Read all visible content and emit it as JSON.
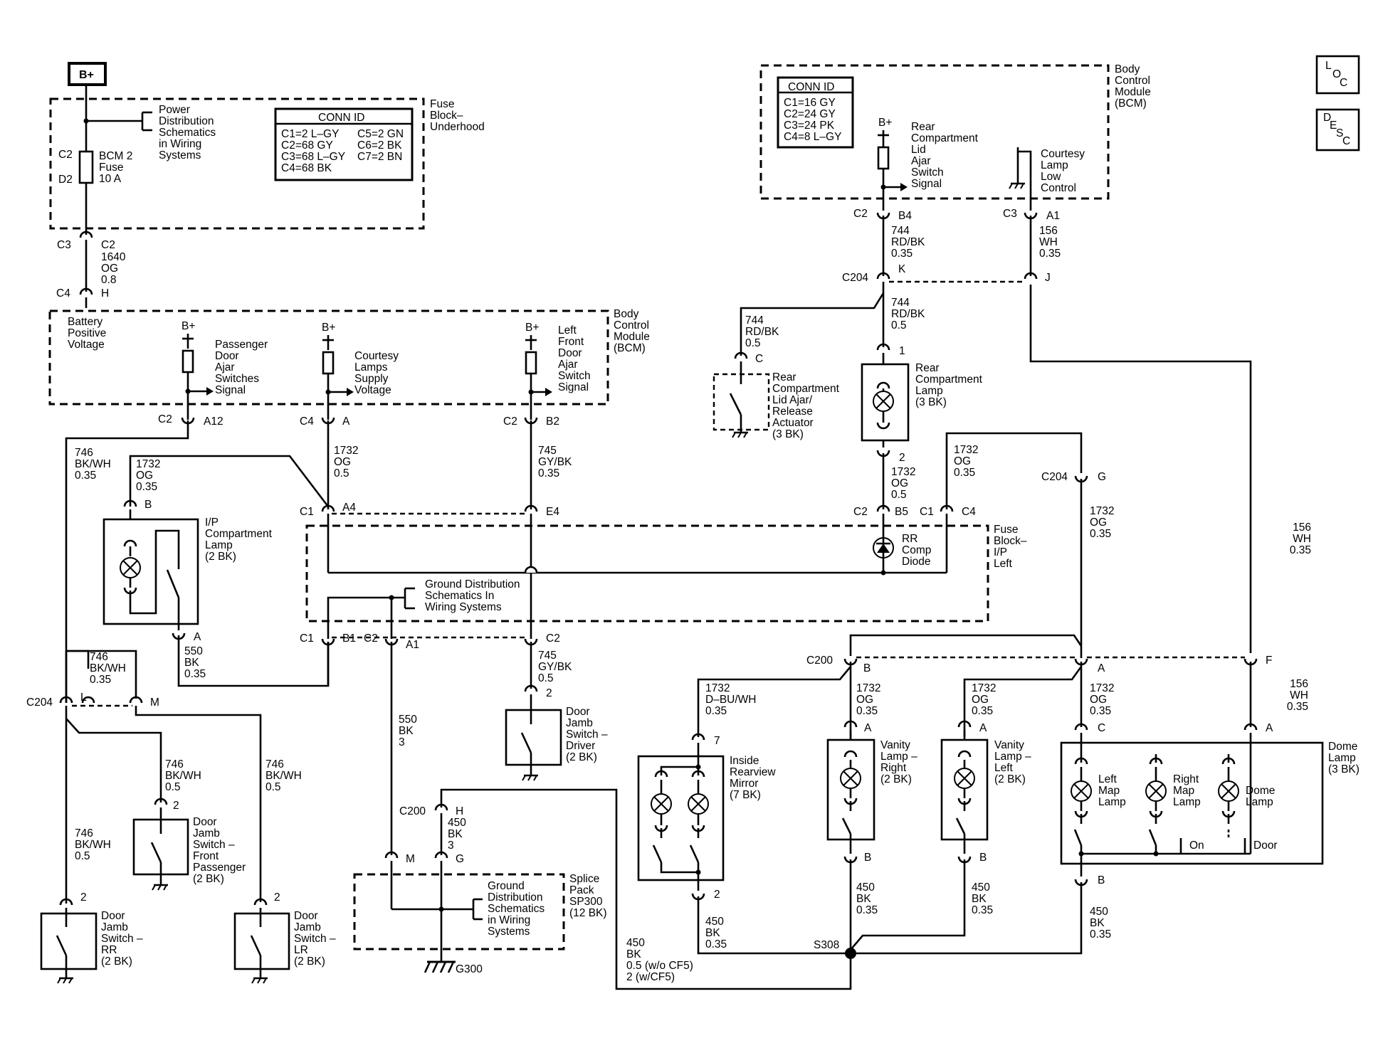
{
  "header": {
    "bplus_label": "B+",
    "loc_letters": [
      "L",
      "O",
      "C"
    ],
    "desc_letters": [
      "D",
      "E",
      "S",
      "C"
    ]
  },
  "fuse_block_underhood": {
    "title": [
      "Fuse",
      "Block–",
      "Underhood"
    ],
    "power_note": [
      "Power",
      "Distribution",
      "Schematics",
      "in Wiring",
      "Systems"
    ],
    "conn_id_title": "CONN ID",
    "conn_rows": [
      [
        "C1=2 L–GY",
        "C5=2 GN"
      ],
      [
        "C2=68 GY",
        "C6=2 BK"
      ],
      [
        "C3=68 L–GY",
        "C7=2 BN"
      ],
      [
        "C4=68 BK",
        ""
      ]
    ],
    "fuse": {
      "pin_top": "C2",
      "pin_bottom": "D2",
      "label": [
        "BCM 2",
        "Fuse",
        "10 A"
      ]
    },
    "out_conn": {
      "left": "C3",
      "right": "C2"
    },
    "wire": [
      "1640",
      "OG",
      "0.8"
    ]
  },
  "bcm_left": {
    "title": [
      "Body",
      "Control",
      "Module",
      "(BCM)"
    ],
    "in_conn": {
      "left": "C4",
      "right": "H"
    },
    "battery_label": [
      "Battery",
      "Positive",
      "Voltage"
    ],
    "signals": [
      {
        "bplus": "B+",
        "label": [
          "Passenger",
          "Door",
          "Ajar",
          "Switches",
          "Signal"
        ],
        "conn_left": "C2",
        "conn_right": "A12"
      },
      {
        "bplus": "B+",
        "label": [
          "Courtesy",
          "Lamps",
          "Supply",
          "Voltage"
        ],
        "conn_left": "C4",
        "conn_right": "A"
      },
      {
        "bplus": "B+",
        "label": [
          "Left",
          "Front",
          "Door",
          "Ajar",
          "Switch",
          "Signal"
        ],
        "conn_left": "C2",
        "conn_right": "B2"
      }
    ]
  },
  "bcm_right": {
    "title": [
      "Body",
      "Control",
      "Module",
      "(BCM)"
    ],
    "conn_id_title": "CONN ID",
    "conn_rows": [
      "C1=16 GY",
      "C2=24 GY",
      "C3=24 PK",
      "C4=8 L–GY"
    ],
    "rear_signal": {
      "bplus": "B+",
      "label": [
        "Rear",
        "Compartment",
        "Lid",
        "Ajar",
        "Switch",
        "Signal"
      ]
    },
    "courtesy_low": [
      "Courtesy",
      "Lamp",
      "Low",
      "Control"
    ],
    "conn_b4": {
      "left": "C2",
      "right": "B4"
    },
    "conn_a1": {
      "left": "C3",
      "right": "A1"
    }
  },
  "wires": {
    "w744_top": [
      "744",
      "RD/BK",
      "0.35"
    ],
    "w156_top": [
      "156",
      "WH",
      "0.35"
    ],
    "c204_k": {
      "left": "C204",
      "right": "K"
    },
    "c204_j": "J",
    "w744_mid": [
      "744",
      "RD/BK",
      "0.5"
    ],
    "w744_left": [
      "744",
      "RD/BK",
      "0.5"
    ],
    "w746_a": [
      "746",
      "BK/WH",
      "0.35"
    ],
    "w1732_ip": [
      "1732",
      "OG",
      "0.35"
    ],
    "w1732_a": [
      "1732",
      "OG",
      "0.5"
    ],
    "w745_a": [
      "745",
      "GY/BK",
      "0.35"
    ],
    "w1732_rr": [
      "1732",
      "OG",
      "0.5"
    ],
    "w1732_c4": [
      "1732",
      "OG",
      "0.35"
    ],
    "w1732_g": [
      "1732",
      "OG",
      "0.35"
    ],
    "w156_mid": [
      "156",
      "WH",
      "0.35"
    ],
    "w550_ip": [
      "550",
      "BK",
      "0.35"
    ],
    "w746_c204": [
      "746",
      "BK/WH",
      "0.35"
    ],
    "w745_b": [
      "745",
      "GY/BK",
      "0.5"
    ],
    "w550_g": [
      "550",
      "BK",
      "3"
    ],
    "w746_fp": [
      "746",
      "BK/WH",
      "0.5"
    ],
    "w746_lr": [
      "746",
      "BK/WH",
      "0.5"
    ],
    "w746_rr": [
      "746",
      "BK/WH",
      "0.5"
    ],
    "w450_h": [
      "450",
      "BK",
      "3"
    ],
    "w1732_mirror": [
      "1732",
      "D–BU/WH",
      "0.35"
    ],
    "w1732_vr": [
      "1732",
      "OG",
      "0.35"
    ],
    "w1732_vl": [
      "1732",
      "OG",
      "0.35"
    ],
    "w1732_dome": [
      "1732",
      "OG",
      "0.35"
    ],
    "w156_dome": [
      "156",
      "WH",
      "0.35"
    ],
    "w450_mirror": [
      "450",
      "BK",
      "0.35"
    ],
    "w450_vr": [
      "450",
      "BK",
      "0.35"
    ],
    "w450_vl": [
      "450",
      "BK",
      "0.35"
    ],
    "w450_dome": [
      "450",
      "BK",
      "0.35"
    ],
    "w450_splice": [
      "450",
      "BK",
      "0.5 (w/o CF5)",
      "2 (w/CF5)"
    ]
  },
  "rear_actuator": {
    "pin": "C",
    "label": [
      "Rear",
      "Compartment",
      "Lid Ajar/",
      "Release",
      "Actuator",
      "(3 BK)"
    ]
  },
  "rear_lamp": {
    "pin_top": "1",
    "pin_bottom": "2",
    "label": [
      "Rear",
      "Compartment",
      "Lamp",
      "(3 BK)"
    ]
  },
  "fuse_block_ip": {
    "title": [
      "Fuse",
      "Block–",
      "I/P",
      "Left"
    ],
    "ground_note": [
      "Ground Distribution",
      "Schematics In",
      "Wiring Systems"
    ],
    "c1_a4": {
      "left": "C1",
      "right": "A4"
    },
    "e4": "E4",
    "c2_b5": {
      "left": "C2",
      "right": "B5"
    },
    "c1_c4": {
      "left": "C1",
      "right": "C4"
    },
    "diode_label": [
      "RR",
      "Comp",
      "Diode"
    ],
    "c1_b1": {
      "left": "C1",
      "right": "B1"
    },
    "c2_a1": {
      "left": "C2",
      "right": "A1"
    },
    "c2_out": "C2"
  },
  "ip_lamp": {
    "pin_top": "B",
    "pin_bottom": "A",
    "label": [
      "I/P",
      "Compartment",
      "Lamp",
      "(2 BK)"
    ]
  },
  "c204_g": {
    "left": "C204",
    "right": "G"
  },
  "c204_lm": {
    "name": "C204",
    "l": "L",
    "m": "M"
  },
  "c200_b": {
    "left": "C200",
    "right": "B"
  },
  "c200_a": "A",
  "c200_f": "F",
  "c200_h": {
    "left": "C200",
    "right": "H"
  },
  "switches": {
    "driver": {
      "pin": "2",
      "label": [
        "Door",
        "Jamb",
        "Switch –",
        "Driver",
        "(2 BK)"
      ]
    },
    "front_pass": {
      "pin": "2",
      "label": [
        "Door",
        "Jamb",
        "Switch –",
        "Front",
        "Passenger",
        "(2 BK)"
      ]
    },
    "rr": {
      "pin": "2",
      "label": [
        "Door",
        "Jamb",
        "Switch –",
        "RR",
        "(2 BK)"
      ]
    },
    "lr": {
      "pin": "2",
      "label": [
        "Door",
        "Jamb",
        "Switch –",
        "LR",
        "(2 BK)"
      ]
    }
  },
  "splice_pack": {
    "title": [
      "Splice",
      "Pack",
      "SP300",
      "(12 BK)"
    ],
    "note": [
      "Ground",
      "Distribution",
      "Schematics",
      "in Wiring",
      "Systems"
    ],
    "pin_m": "M",
    "pin_g": "G",
    "ground": "G300"
  },
  "mirror": {
    "pin_top": "7",
    "pin_bottom": "2",
    "label": [
      "Inside",
      "Rearview",
      "Mirror",
      "(7 BK)"
    ]
  },
  "vanity_right": {
    "pin_top": "A",
    "pin_bottom": "B",
    "label": [
      "Vanity",
      "Lamp –",
      "Right",
      "(2 BK)"
    ]
  },
  "vanity_left": {
    "pin_top": "A",
    "pin_bottom": "B",
    "label": [
      "Vanity",
      "Lamp –",
      "Left",
      "(2 BK)"
    ]
  },
  "dome": {
    "pin_c": "C",
    "pin_a": "A",
    "pin_b": "B",
    "label": [
      "Dome",
      "Lamp",
      "(3 BK)"
    ],
    "left_map": [
      "Left",
      "Map",
      "Lamp"
    ],
    "right_map": [
      "Right",
      "Map",
      "Lamp"
    ],
    "dome_lamp": [
      "Dome",
      "Lamp"
    ],
    "on": "On",
    "door": "Door"
  },
  "s308": "S308"
}
